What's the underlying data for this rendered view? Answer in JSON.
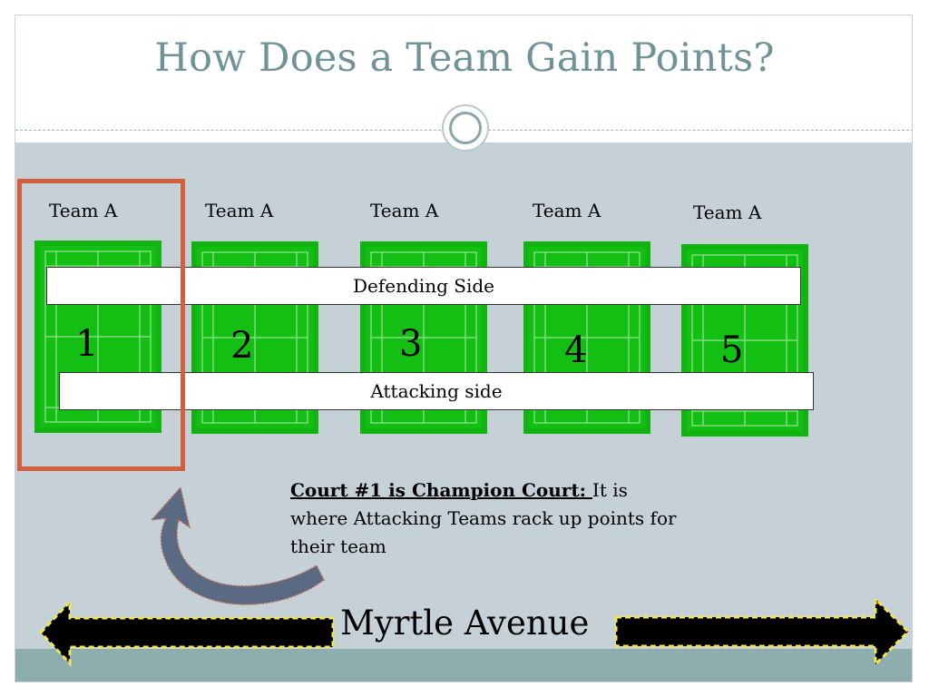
{
  "title": "How Does a Team Gain Points?",
  "courts": [
    {
      "team": "Team A",
      "number": "1"
    },
    {
      "team": "Team A",
      "number": "2"
    },
    {
      "team": "Team A",
      "number": "3"
    },
    {
      "team": "Team A",
      "number": "4"
    },
    {
      "team": "Team A",
      "number": "5"
    }
  ],
  "defending_label": "Defending Side",
  "attacking_label": "Attacking side",
  "note": {
    "bold": "Court #1 is Champion Court: ",
    "text": "It is where Attacking Teams rack up points for their team"
  },
  "street": "Myrtle Avenue",
  "colors": {
    "title": "#6f9397",
    "court_green": "#14bf14",
    "highlight": "#d2603f",
    "arrow_curve": "#5a6a82",
    "arrow_outline": "#f2e64c"
  },
  "icons": [
    "curved-arrow-icon",
    "left-arrow-icon",
    "right-arrow-icon"
  ]
}
